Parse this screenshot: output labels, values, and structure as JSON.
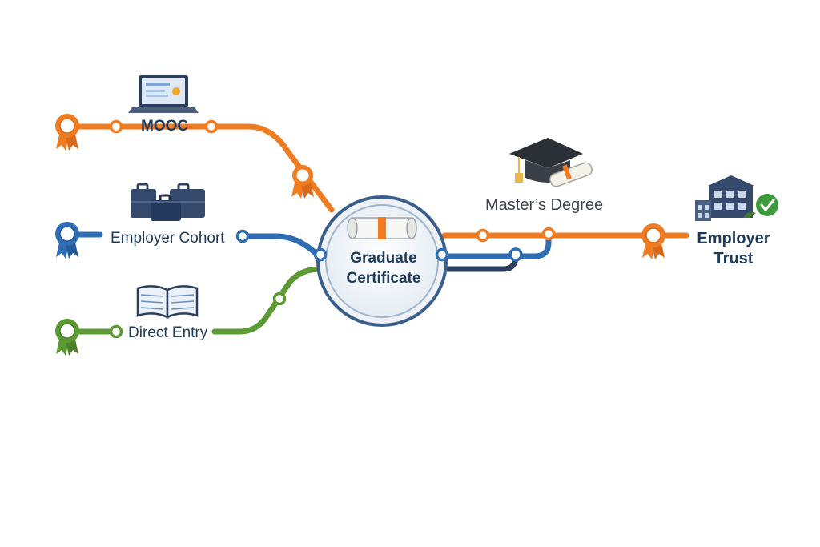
{
  "routes": {
    "mooc": "MOOC",
    "employer_cohort": "Employer Cohort",
    "direct_entry": "Direct Entry"
  },
  "hub": {
    "label_line1": "Graduate",
    "label_line2": "Certificate"
  },
  "destinations": {
    "masters": "Master’s Degree",
    "employer_trust_line1": "Employer",
    "employer_trust_line2": "Trust"
  },
  "colors": {
    "orange": "#f07c21",
    "blue": "#2f6db5",
    "green": "#5b9a33",
    "navy": "#2b3f5c",
    "hub_ring": "#3a5f8d"
  },
  "icons": {
    "mooc": "laptop-icon",
    "employer_cohort": "briefcases-icon",
    "direct_entry": "open-book-icon",
    "hub": "diploma-scroll-icon",
    "masters": "graduation-cap-icon",
    "employer_trust": "office-building-check-icon",
    "start_markers": "award-ribbon-icon"
  }
}
